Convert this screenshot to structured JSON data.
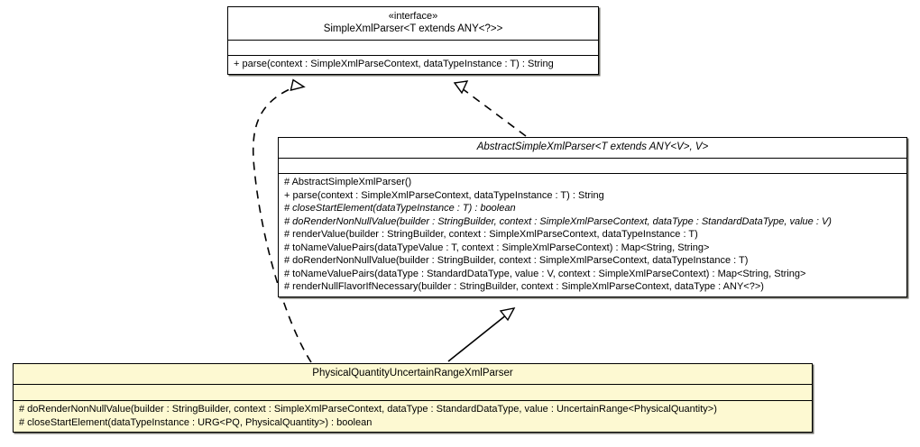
{
  "diagram": {
    "title": "UML class diagram",
    "type": "class-diagram",
    "background_color": "#ffffff",
    "highlight_color": "#fdf9d2",
    "line_color": "#000000"
  },
  "classes": [
    {
      "id": "interface",
      "stereotype": "«interface»",
      "name": "SimpleXmlParser<T extends ANY<?>>",
      "abstract": false,
      "highlighted": false,
      "attributes": [],
      "operations": [
        {
          "text": "+ parse(context : SimpleXmlParseContext, dataTypeInstance : T) : String",
          "abstract": false
        }
      ]
    },
    {
      "id": "abstract",
      "stereotype": "",
      "name": "AbstractSimpleXmlParser<T extends ANY<V>, V>",
      "abstract": true,
      "highlighted": false,
      "attributes": [],
      "operations": [
        {
          "text": "# AbstractSimpleXmlParser()",
          "abstract": false
        },
        {
          "text": "+ parse(context : SimpleXmlParseContext, dataTypeInstance : T) : String",
          "abstract": false
        },
        {
          "text": "# closeStartElement(dataTypeInstance : T) : boolean",
          "abstract": true
        },
        {
          "text": "# doRenderNonNullValue(builder : StringBuilder, context : SimpleXmlParseContext, dataType : StandardDataType, value : V)",
          "abstract": true
        },
        {
          "text": "# renderValue(builder : StringBuilder, context : SimpleXmlParseContext, dataTypeInstance : T)",
          "abstract": false
        },
        {
          "text": "# toNameValuePairs(dataTypeValue : T, context : SimpleXmlParseContext) : Map<String, String>",
          "abstract": false
        },
        {
          "text": "# doRenderNonNullValue(builder : StringBuilder, context : SimpleXmlParseContext, dataTypeInstance : T)",
          "abstract": false
        },
        {
          "text": "# toNameValuePairs(dataType : StandardDataType, value : V, context : SimpleXmlParseContext) : Map<String, String>",
          "abstract": false
        },
        {
          "text": "# renderNullFlavorIfNecessary(builder : StringBuilder, context : SimpleXmlParseContext, dataType : ANY<?>)",
          "abstract": false
        }
      ]
    },
    {
      "id": "concrete",
      "stereotype": "",
      "name": "PhysicalQuantityUncertainRangeXmlParser",
      "abstract": false,
      "highlighted": true,
      "attributes": [],
      "operations": [
        {
          "text": "# doRenderNonNullValue(builder : StringBuilder, context : SimpleXmlParseContext, dataType : StandardDataType, value : UncertainRange<PhysicalQuantity>)",
          "abstract": false
        },
        {
          "text": "# closeStartElement(dataTypeInstance : URG<PQ, PhysicalQuantity>) : boolean",
          "abstract": false
        }
      ]
    }
  ],
  "relationships": [
    {
      "id": "realization-abstract-to-interface",
      "kind": "realization",
      "style": "dashed",
      "arrowhead": "hollow-triangle",
      "from": "abstract",
      "to": "interface"
    },
    {
      "id": "realization-concrete-to-interface",
      "kind": "realization",
      "style": "dashed",
      "arrowhead": "hollow-triangle",
      "from": "concrete",
      "to": "interface"
    },
    {
      "id": "generalization-concrete-to-abstract",
      "kind": "generalization",
      "style": "solid",
      "arrowhead": "hollow-triangle",
      "from": "concrete",
      "to": "abstract"
    }
  ]
}
